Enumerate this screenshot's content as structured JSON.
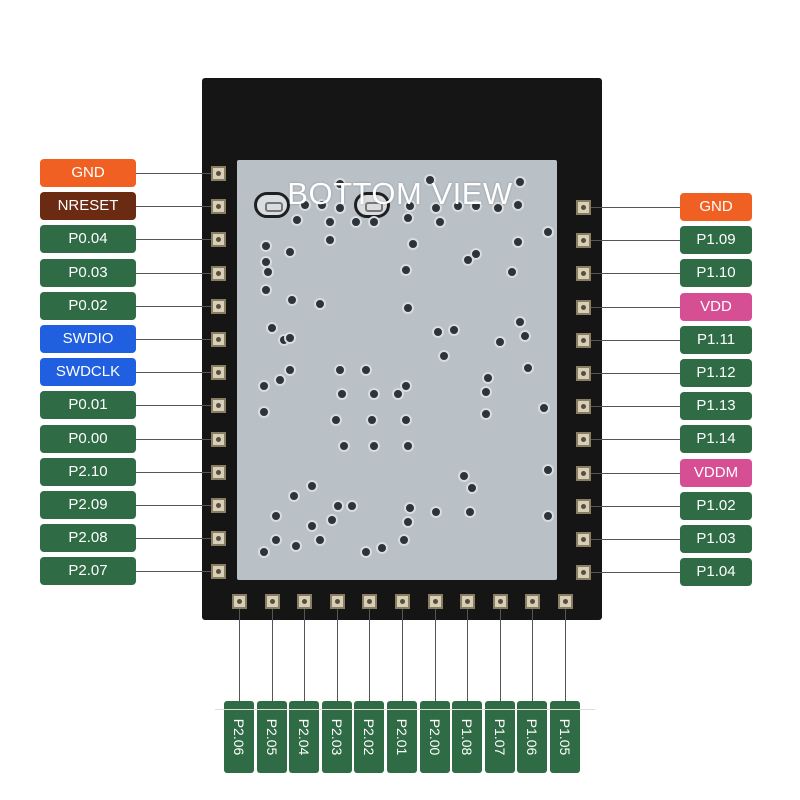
{
  "diagram": {
    "title": "BOTTOM VIEW",
    "left_pins": [
      "GND",
      "NRESET",
      "P0.04",
      "P0.03",
      "P0.02",
      "SWDIO",
      "SWDCLK",
      "P0.01",
      "P0.00",
      "P2.10",
      "P2.09",
      "P2.08",
      "P2.07"
    ],
    "right_pins": [
      "GND",
      "P1.09",
      "P1.10",
      "VDD",
      "P1.11",
      "P1.12",
      "P1.13",
      "P1.14",
      "VDDM",
      "P1.02",
      "P1.03",
      "P1.04"
    ],
    "bottom_pins": [
      "P2.06",
      "P2.05",
      "P2.04",
      "P2.03",
      "P2.02",
      "P2.01",
      "P2.00",
      "P1.08",
      "P1.07",
      "P1.06",
      "P1.05"
    ]
  },
  "colors": {
    "gpio": "#2f6b45",
    "ground": "#f06022",
    "reset": "#6b2a12",
    "debug": "#1f5fe0",
    "power": "#d64f95"
  },
  "pin_categories": {
    "GND": "ground",
    "NRESET": "reset",
    "SWDIO": "debug",
    "SWDCLK": "debug",
    "VDD": "power",
    "VDDM": "power"
  }
}
